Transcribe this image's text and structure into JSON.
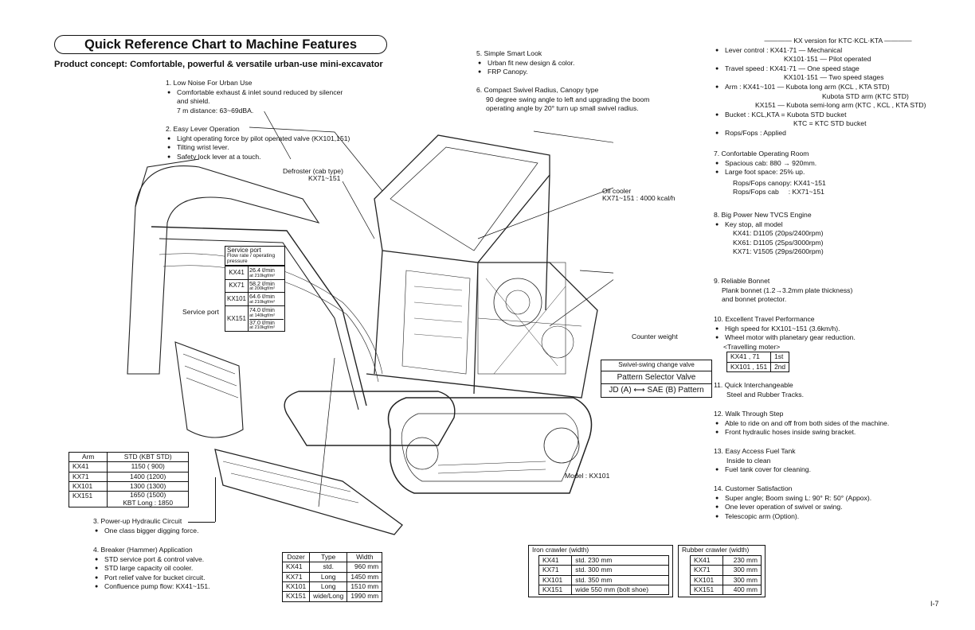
{
  "header": {
    "title": "Quick Reference Chart to Machine Features",
    "concept": "Product concept: Comfortable, powerful & versatile urban-use mini-excavator"
  },
  "left_sections": {
    "s1": {
      "h": "1. Low Noise For Urban Use",
      "l1": "Comfortable exhaust & inlet sound reduced by silencer",
      "l2": "and shield.",
      "l3": "7 m distance: 63~69dBA."
    },
    "s2": {
      "h": "2. Easy Lever Operation",
      "i1": "Light operating force by pilot operated valve (KX101,151)",
      "i2": "Tilting wrist lever.",
      "i3": "Safety lock lever at a touch."
    },
    "s3": {
      "h": "3. Power-up Hydraulic Circuit",
      "i1": "One class bigger digging force."
    },
    "s4": {
      "h": "4. Breaker (Hammer) Application",
      "i1": "STD service port & control valve.",
      "i2": "STD large capacity oil cooler.",
      "i3": "Port relief valve for bucket circuit.",
      "i4": "Confluence pump flow: KX41~151."
    }
  },
  "callouts": {
    "defroster_1": "Defroster (cab type)",
    "defroster_2": "KX71~151",
    "oil_cooler_1": "Oil cooler",
    "oil_cooler_2": "KX71~151 : 4000 kcal/h",
    "service_port": "Service port",
    "counter_weight": "Counter weight",
    "model": "Model : KX101"
  },
  "service_port_table": {
    "head": "Service port",
    "head_sub": "Flow rate / operating pressure",
    "rows": [
      {
        "model": "KX41",
        "flow": "26.4 ℓ/min",
        "press": "at 210kgf/m²"
      },
      {
        "model": "KX71",
        "flow": "58.2 ℓ/min",
        "press": "at 200kgf/m²"
      },
      {
        "model": "KX101",
        "flow": "64.6 ℓ/min",
        "press": "at 210kgf/m²"
      },
      {
        "model": "KX151",
        "flow": "74.0 ℓ/min",
        "press": "at 140kgf/m²",
        "flow2": "37.0 ℓ/min",
        "press2": "at 210kgf/m²"
      }
    ]
  },
  "pattern_selector": {
    "l1": "Swivel-swing change valve",
    "l2": "Pattern Selector Valve",
    "l3": "JD (A) ⟷ SAE (B) Pattern"
  },
  "arm_table": {
    "head": [
      "Arm",
      "STD (KBT STD)"
    ],
    "rows": [
      [
        "KX41",
        "1150 ( 900)"
      ],
      [
        "KX71",
        "1400 (1200)"
      ],
      [
        "KX101",
        "1300 (1300)"
      ],
      [
        "KX151",
        "1650 (1500)"
      ]
    ],
    "note": "KBT Long : 1850"
  },
  "dozer_table": {
    "head": [
      "Dozer",
      "Type",
      "Width"
    ],
    "rows": [
      [
        "KX41",
        "std.",
        "960 mm"
      ],
      [
        "KX71",
        "Long",
        "1450 mm"
      ],
      [
        "KX101",
        "Long",
        "1510 mm"
      ],
      [
        "KX151",
        "wide/Long",
        "1990 mm"
      ]
    ]
  },
  "iron_crawler": {
    "caption": "Iron crawler (width)",
    "rows": [
      [
        "KX41",
        "std.  230  mm"
      ],
      [
        "KX71",
        "std.  300  mm"
      ],
      [
        "KX101",
        "std.  350  mm"
      ],
      [
        "KX151",
        "wide  550  mm  (bolt shoe)"
      ]
    ]
  },
  "rubber_crawler": {
    "caption": "Rubber crawler  (width)",
    "rows": [
      [
        "KX41",
        "230  mm"
      ],
      [
        "KX71",
        "300  mm"
      ],
      [
        "KX101",
        "300  mm"
      ],
      [
        "KX151",
        "400  mm"
      ]
    ]
  },
  "middle_sections": {
    "s5": {
      "h": "5. Simple Smart Look",
      "i1": "Urban fit new design & color.",
      "i2": "FRP Canopy."
    },
    "s6": {
      "h": "6. Compact Swivel Radius, Canopy type",
      "l1": "90 degree swing angle to left and upgrading the boom",
      "l2": "operating angle by 20° turn up small swivel radius."
    }
  },
  "kx_version": {
    "title": "KX version for KTC·KCL·KTA",
    "lever_1": "Lever control : KX41·71 — Mechanical",
    "lever_2": "KX101·151 — Pilot operated",
    "travel_1": "Travel speed : KX41·71 — One speed stage",
    "travel_2": "KX101·151 — Two speed stages",
    "arm_1": "Arm : KX41~101 — Kubota long arm (KCL , KTA STD)",
    "arm_2": "Kubota STD arm (KTC STD)",
    "arm_3": "KX151 — Kubota semi-long arm (KTC , KCL , KTA STD)",
    "bucket_1": "Bucket : KCL,KTA = Kubota STD bucket",
    "bucket_2": "KTC = KTC STD bucket",
    "rops": "Rops/Fops : Applied"
  },
  "right_sections": {
    "s7": {
      "h": "7. Confortable Operating Room",
      "i1": "Spacious cab: 880 → 920mm.",
      "i2": "Large foot space: 25% up.",
      "l1": "Rops/Fops canopy: KX41~151",
      "l2": "Rops/Fops cab     : KX71~151"
    },
    "s8": {
      "h": "8. Big Power New TVCS Engine",
      "i1": "Key stop, all model",
      "l1": "KX41: D1105 (20ps/2400rpm)",
      "l2": "KX61: D1105 (25ps/3000rpm)",
      "l3": "KX71: V1505 (29ps/2600rpm)"
    },
    "s9": {
      "h": "9. Reliable Bonnet",
      "l1": "Plank bonnet (1.2→3.2mm plate thickness)",
      "l2": "and bonnet protector."
    },
    "s10": {
      "h": "10. Excellent Travel Performance",
      "i1": "High speed for KX101~151 (3.6km/h).",
      "i2": "Wheel motor with planetary gear reduction.",
      "l1": "<Travelling moter>",
      "t": [
        [
          "KX41 , 71",
          "1st"
        ],
        [
          "KX101 , 151",
          "2nd"
        ]
      ]
    },
    "s11": {
      "h": "11. Quick Interchangeable",
      "l1": "Steel and Rubber Tracks."
    },
    "s12": {
      "h": "12. Walk Through Step",
      "i1": "Able to ride on and off from both sides of the machine.",
      "i2": "Front hydraulic hoses inside swing bracket."
    },
    "s13": {
      "h": "13. Easy Access Fuel Tank",
      "l1": "Inside to clean",
      "i1": "Fuel tank cover for cleaning."
    },
    "s14": {
      "h": "14. Customer Satisfaction",
      "i1": "Super angle; Boom swing L: 90°  R: 50° (Appox).",
      "i2": "One lever operation of swivel or swing.",
      "i3": "Telescopic arm (Option)."
    }
  },
  "page_number": "I-7"
}
